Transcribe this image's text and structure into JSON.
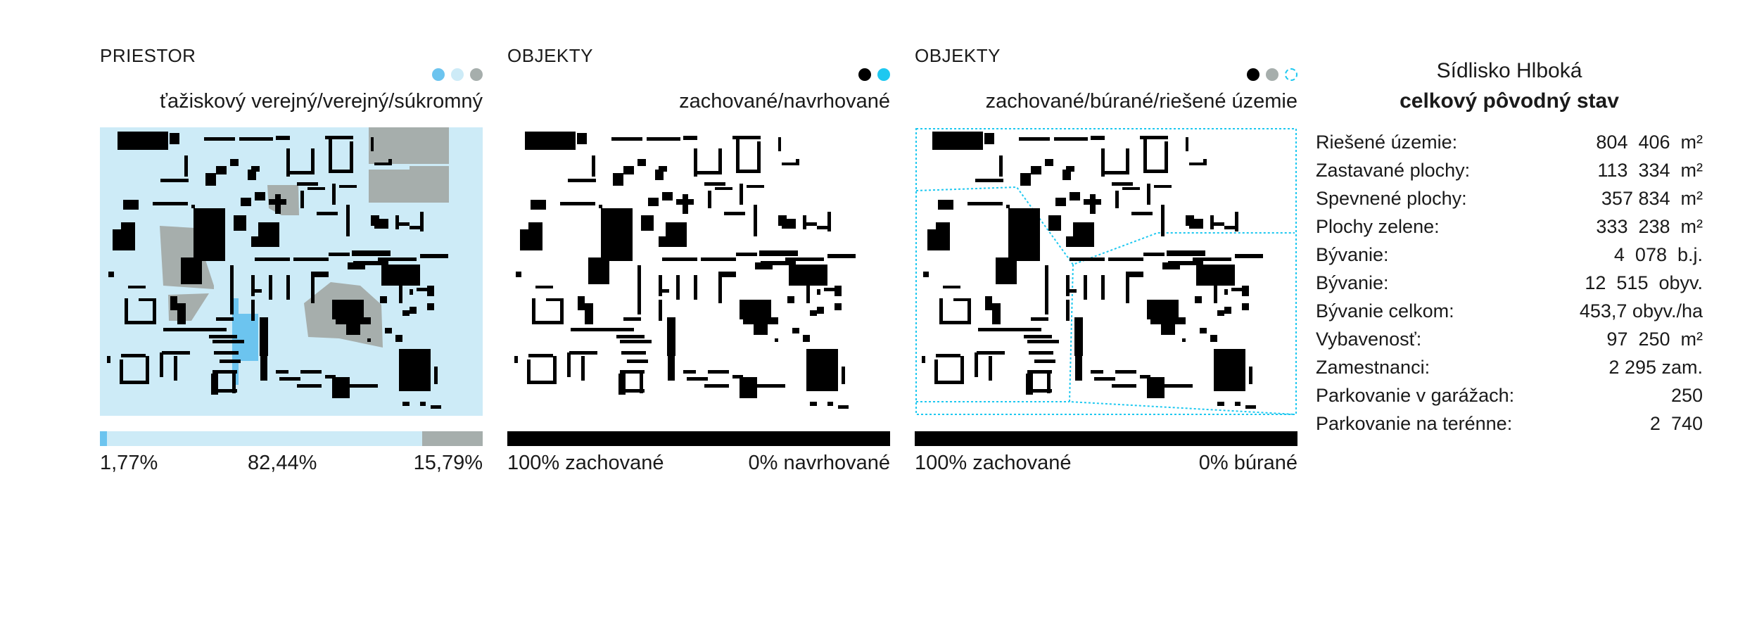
{
  "panels": [
    {
      "title": "PRIESTOR",
      "subtitle": "ťažiskový verejný/verejný/súkromný",
      "legend_colors": [
        "#6cc4ef",
        "#cdebf7",
        "#a6aeac"
      ],
      "bar": [
        {
          "value": 1.77,
          "color": "#6cc4ef"
        },
        {
          "value": 82.44,
          "color": "#cdebf7"
        },
        {
          "value": 15.79,
          "color": "#a6aeac"
        }
      ],
      "labels": [
        "1,77%",
        "82,44%",
        "15,79%"
      ]
    },
    {
      "title": "OBJEKTY",
      "subtitle": "zachované/navrhované",
      "legend_colors": [
        "#000000",
        "#1ec8f0"
      ],
      "bar": [
        {
          "value": 100,
          "color": "#000000"
        }
      ],
      "labels": [
        "100% zachované",
        "0% navrhované"
      ]
    },
    {
      "title": "OBJEKTY",
      "subtitle": "zachované/búrané/riešené územie",
      "legend_colors": [
        "#000000",
        "#a6aeac",
        "dashed:#1ec8f0"
      ],
      "bar": [
        {
          "value": 100,
          "color": "#000000"
        }
      ],
      "labels": [
        "100% zachované",
        "0% búrané"
      ]
    }
  ],
  "stats": {
    "title": "Sídlisko Hlboká",
    "subtitle": "celkový pôvodný stav",
    "rows": [
      {
        "label": "Riešené územie:",
        "value": "804  406  m²"
      },
      {
        "label": "Zastavané plochy:",
        "value": "113  334  m²"
      },
      {
        "label": "Spevnené plochy:",
        "value": "357 834  m²"
      },
      {
        "label": "Plochy zelene:",
        "value": "333  238  m²"
      },
      {
        "label": "Bývanie:",
        "value": "4  078  b.j."
      },
      {
        "label": "Bývanie:",
        "value": "12  515  obyv."
      },
      {
        "label": "Bývanie celkom:",
        "value": "453,7 obyv./ha"
      },
      {
        "label": "Vybavenosť:",
        "value": "97  250  m²"
      },
      {
        "label": "Zamestnanci:",
        "value": "2 295 zam."
      },
      {
        "label": "Parkovanie v garážach:",
        "value": "250"
      },
      {
        "label": "Parkovanie na terénne:",
        "value": "2  740"
      }
    ]
  }
}
